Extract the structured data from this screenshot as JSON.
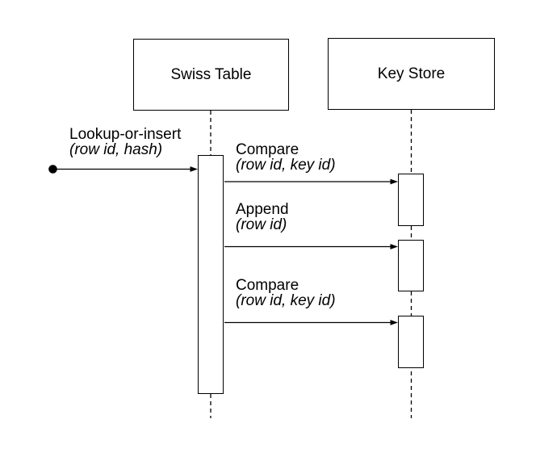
{
  "diagram": {
    "type": "uml-sequence-diagram",
    "background_color": "#ffffff",
    "line_color": "#000000",
    "participants": [
      {
        "id": "swiss-table",
        "label": "Swiss Table"
      },
      {
        "id": "key-store",
        "label": "Key Store"
      }
    ],
    "start_message": {
      "name": "Lookup-or-insert",
      "params": "(row id, hash)",
      "from": "start-point",
      "to": "swiss-table"
    },
    "messages": [
      {
        "name": "Compare",
        "params": "(row id, key id)",
        "from": "swiss-table",
        "to": "key-store"
      },
      {
        "name": "Append",
        "params": "(row id)",
        "from": "swiss-table",
        "to": "key-store"
      },
      {
        "name": "Compare",
        "params": "(row id, key id)",
        "from": "swiss-table",
        "to": "key-store"
      }
    ]
  }
}
